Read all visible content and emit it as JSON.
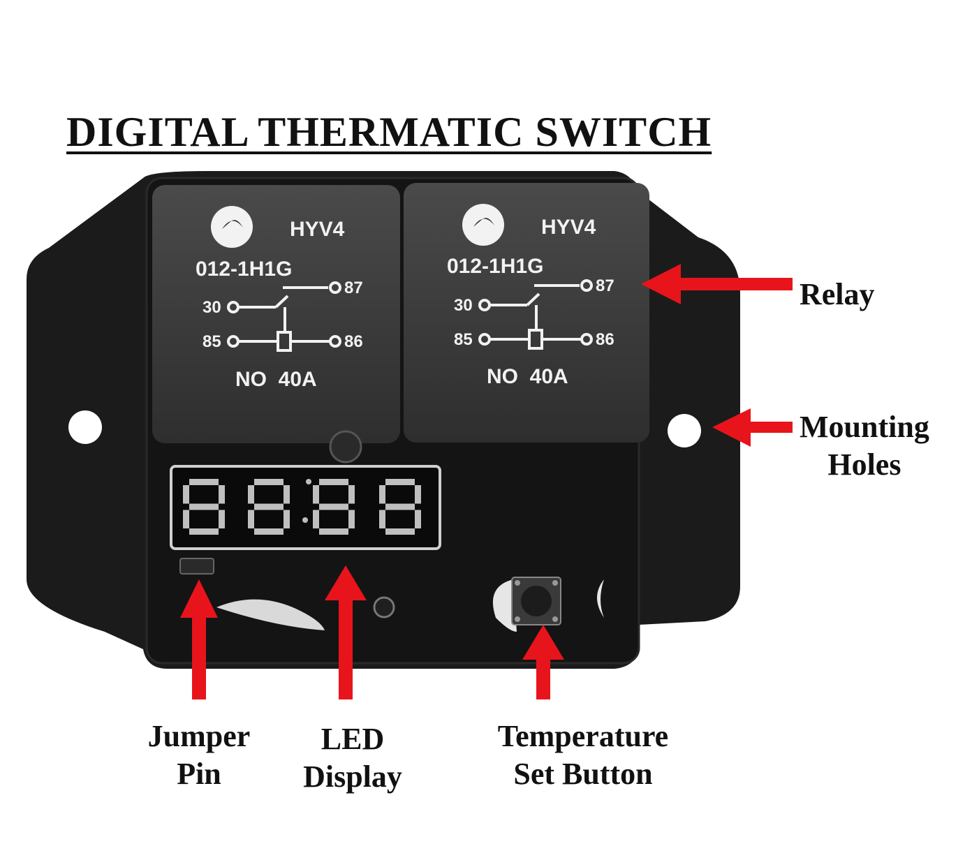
{
  "title": "DIGITAL THERMATIC SWITCH",
  "relays": [
    {
      "brand": "HYV4",
      "model": "012-1H1G",
      "pin_30": "30",
      "pin_87": "87",
      "pin_85": "85",
      "pin_86": "86",
      "rating": "NO  40A"
    },
    {
      "brand": "HYV4",
      "model": "012-1H1G",
      "pin_30": "30",
      "pin_87": "87",
      "pin_85": "85",
      "pin_86": "86",
      "rating": "NO  40A"
    }
  ],
  "labels": {
    "relay": "Relay",
    "mounting": [
      "Mounting",
      "Holes"
    ],
    "jumper": [
      "Jumper",
      "Pin"
    ],
    "led": [
      "LED",
      "Display"
    ],
    "temp": [
      "Temperature",
      "Set Button"
    ]
  },
  "colors": {
    "housing": "#1a1a1a",
    "relay_body": "#3a3a3a",
    "arrow": "#e8141c",
    "led_segment": "#bfbfbf"
  }
}
